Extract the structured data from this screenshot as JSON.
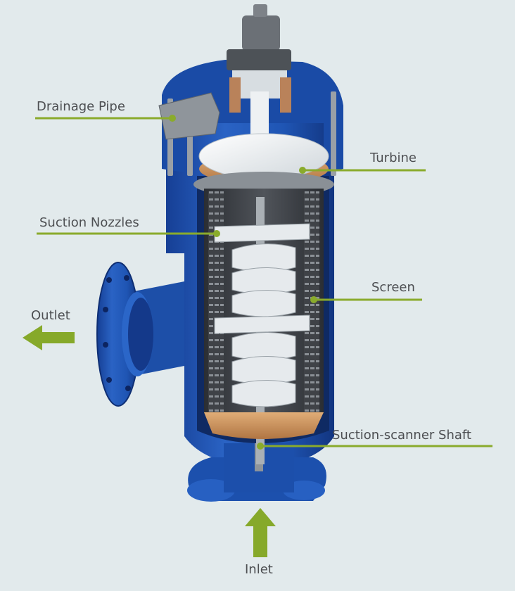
{
  "colors": {
    "background": "#e2eaec",
    "callout_line": "#8aab2c",
    "arrow": "#86a92a",
    "housing_blue": "#1f55b4",
    "housing_blue_dark": "#12388a",
    "housing_blue_light": "#3d76d6",
    "screen_dark": "#3a3d42",
    "nozzle_light": "#e9edf0",
    "copper": "#c8925c",
    "label_text": "#4d4f52"
  },
  "labels": {
    "drainage_pipe": "Drainage Pipe",
    "turbine": "Turbine",
    "suction_nozzles": "Suction Nozzles",
    "screen": "Screen",
    "outlet": "Outlet",
    "suction_scanner_shaft": "Suction-scanner Shaft",
    "inlet": "Inlet"
  },
  "flow_arrows": {
    "outlet_direction": "left",
    "inlet_direction": "up"
  }
}
